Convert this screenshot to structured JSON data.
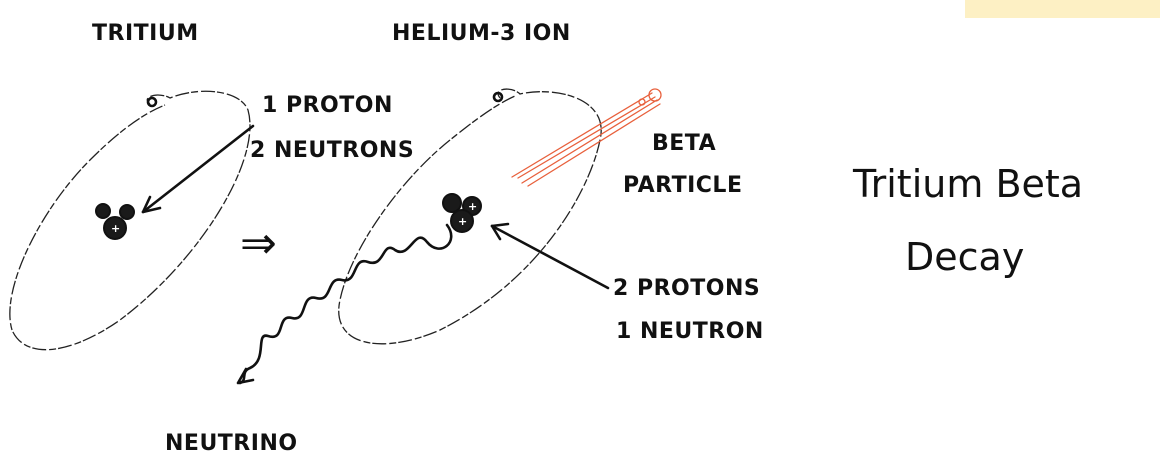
{
  "labels": {
    "tritium": "TRITIUM",
    "helium_ion": "HELIUM-3 ION",
    "tritium_line1": "1 PROTON",
    "tritium_line2": "2 NEUTRONS",
    "beta_line1": "BETA",
    "beta_line2": "PARTICLE",
    "helium_line1": "2 PROTONS",
    "helium_line2": "1 NEUTRON",
    "neutrino": "NEUTRINO",
    "reaction_arrow": "⇒"
  },
  "title": {
    "line1": "Tritium Beta",
    "line2": "Decay"
  },
  "colors": {
    "ink": "#111111",
    "beta_particle": "#e8603c",
    "corner_tab": "#fdf0c4"
  }
}
